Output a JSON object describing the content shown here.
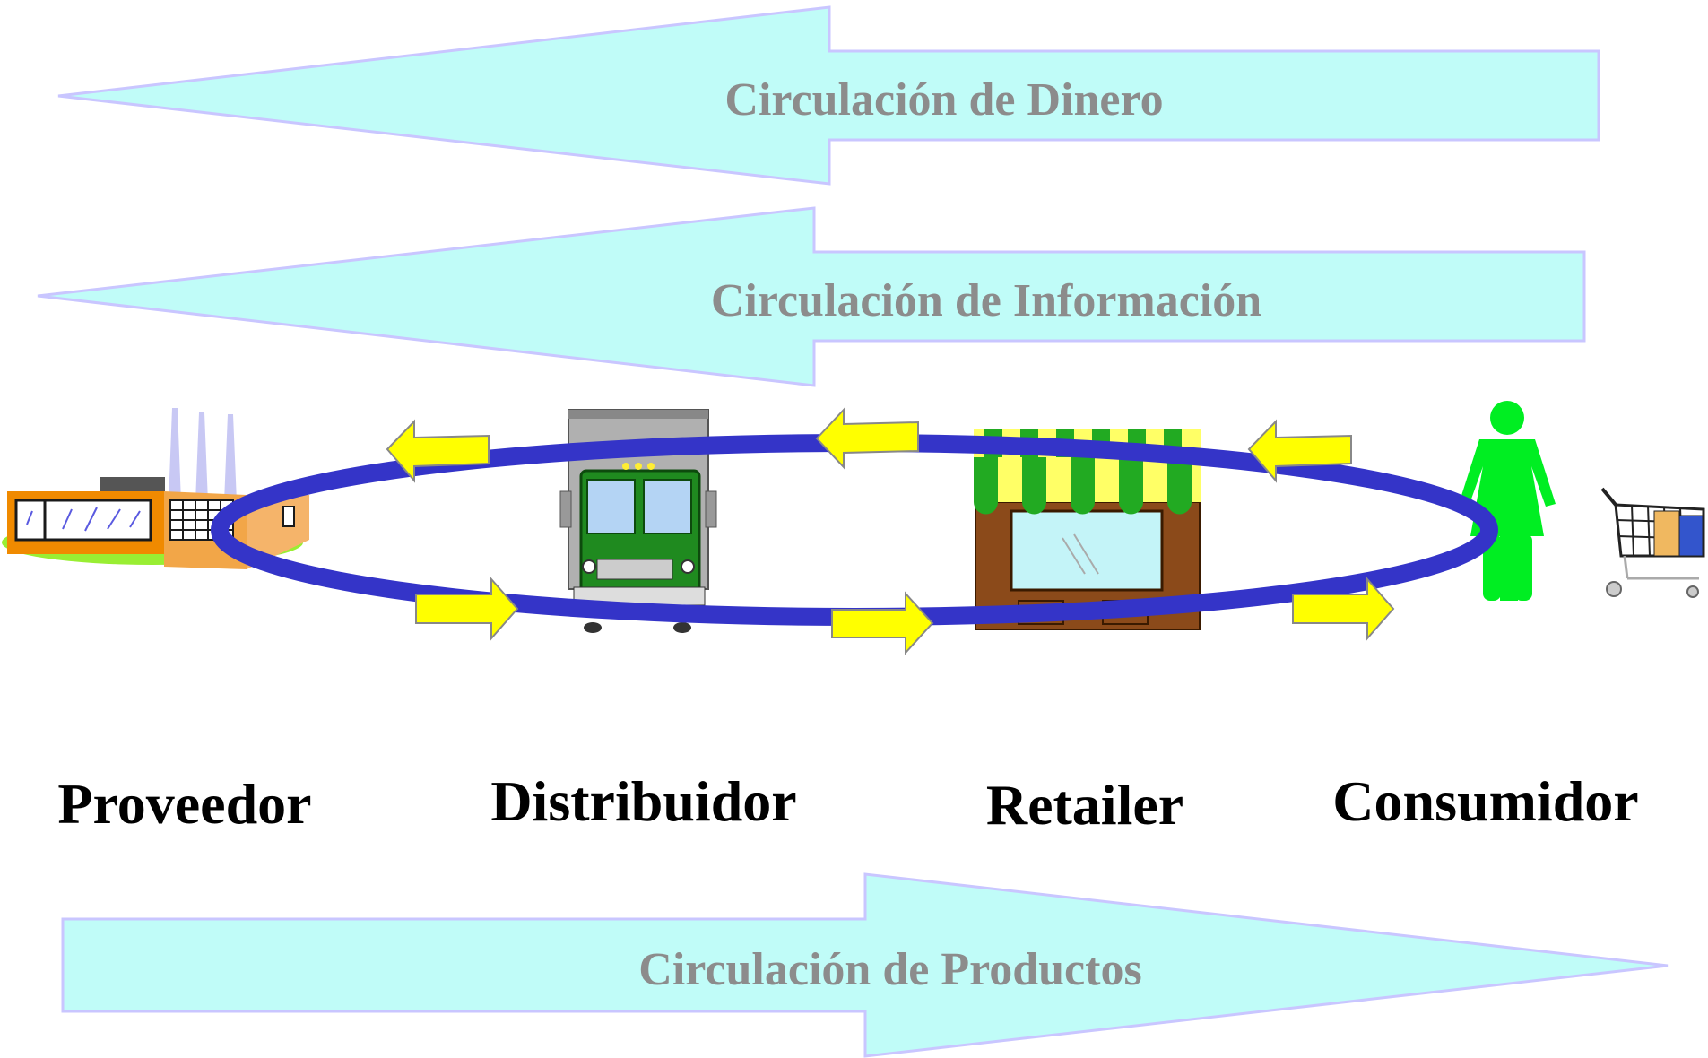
{
  "flows": {
    "money": {
      "label": "Circulación de Dinero"
    },
    "information": {
      "label": "Circulación de Información"
    },
    "products": {
      "label": "Circulación de Productos"
    }
  },
  "actors": {
    "supplier": {
      "label": "Proveedor",
      "icon": "factory-icon"
    },
    "distributor": {
      "label": "Distribuidor",
      "icon": "truck-icon"
    },
    "retailer": {
      "label": "Retailer",
      "icon": "store-icon"
    },
    "consumer": {
      "label": "Consumidor",
      "icon": "person-icon"
    }
  },
  "colors": {
    "flow_arrow_fill": "#c0fcf8",
    "flow_arrow_stroke": "#c9c6ff",
    "flow_text": "#8c8c8c",
    "cycle_ring": "#3434c8",
    "small_arrow": "#ffff00",
    "person": "#00ee22"
  }
}
